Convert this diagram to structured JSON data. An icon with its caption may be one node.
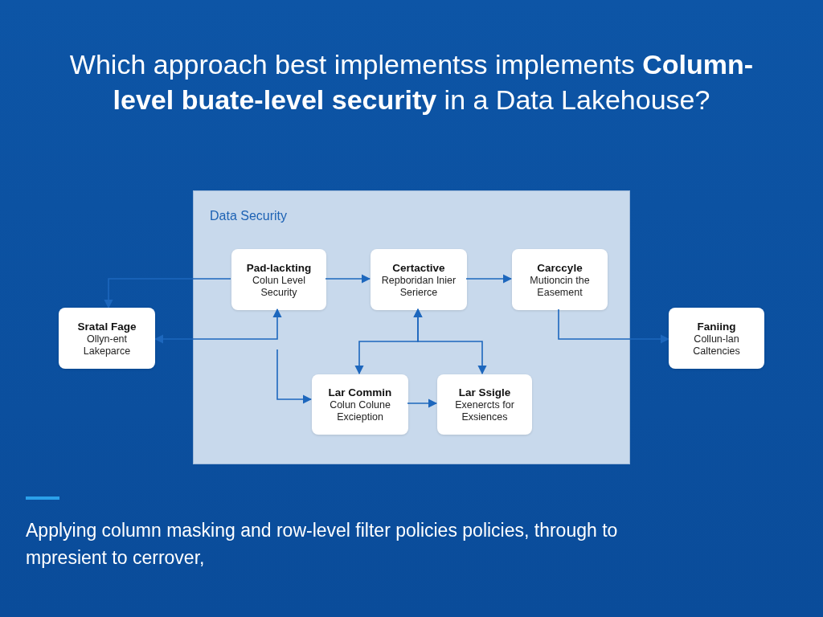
{
  "diagram": {
    "title": "Which approach best implementss implements **Column-level buate-level security** in a Data Lakehouse?",
    "caption": "Applying column masking and row-level filter policies policies, through to mpresient to cerrover,",
    "nodes": [
      {
        "text": [
          "Data Security"
        ]
      },
      {
        "text": [
          "Pad-lackting",
          "Colun Level Security"
        ],
        "in": 0
      },
      {
        "text": [
          "Certactive",
          "Repboridan Inier Serierce"
        ],
        "in": 0
      },
      {
        "text": [
          "Carccyle",
          "Mutioncin the Easement"
        ],
        "in": 0
      },
      {
        "text": [
          "Lar Commin",
          "Colun Colune Exciеption"
        ],
        "in": 0
      },
      {
        "text": [
          "Lar Ssigle",
          "Exenercts for Exsiences"
        ],
        "in": 0
      },
      {
        "text": [
          "Sratal Fage",
          "Ollyn-ent Lakeparce"
        ]
      },
      {
        "text": [
          "Faniing",
          "Collun-lan Caltencies"
        ]
      }
    ],
    "edges": [
      {
        "from": 1,
        "to": 6,
        "arrow": "to"
      },
      {
        "from": 6,
        "to": 1,
        "arrow": "both"
      },
      {
        "from": 1,
        "to": 2,
        "arrow": "to"
      },
      {
        "from": 2,
        "to": 3,
        "arrow": "to"
      },
      {
        "from": 3,
        "to": 7,
        "arrow": "to"
      },
      {
        "from": null,
        "to": 4,
        "arrow": "to"
      },
      {
        "from": 2,
        "to": 4,
        "arrow": "both"
      },
      {
        "from": 2,
        "to": 5,
        "arrow": "both"
      },
      {
        "from": 4,
        "to": 5,
        "arrow": "to"
      }
    ]
  }
}
